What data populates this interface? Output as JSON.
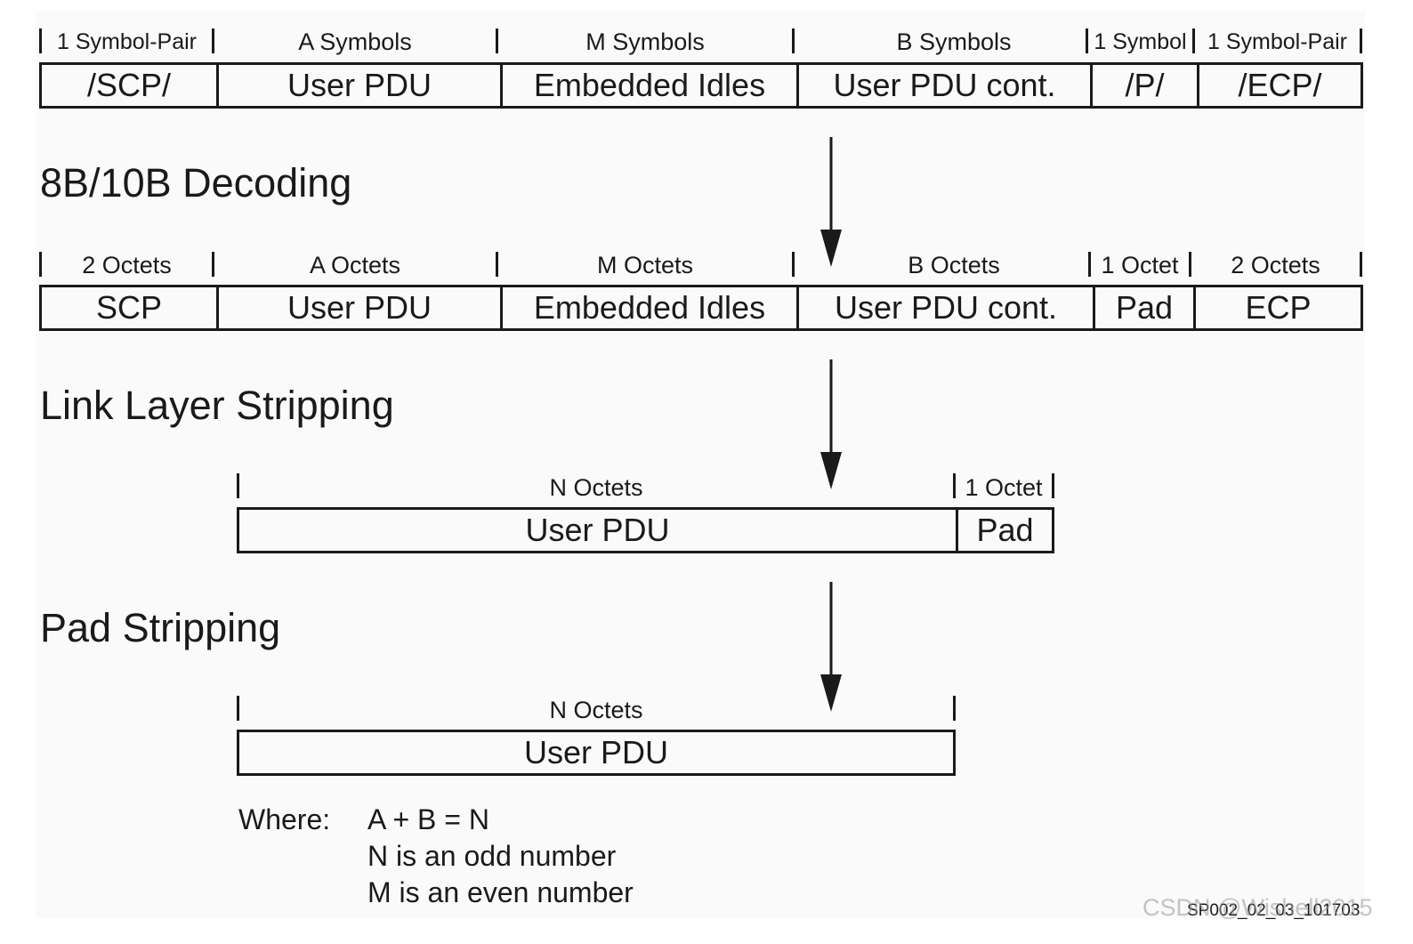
{
  "row1": {
    "headers": [
      "1 Symbol-Pair",
      "A Symbols",
      "M Symbols",
      "B Symbols",
      "1 Symbol",
      "1 Symbol-Pair"
    ],
    "cells": [
      "/SCP/",
      "User PDU",
      "Embedded Idles",
      "User PDU cont.",
      "/P/",
      "/ECP/"
    ]
  },
  "stage1": {
    "title": "8B/10B Decoding"
  },
  "row2": {
    "headers": [
      "2 Octets",
      "A Octets",
      "M Octets",
      "B Octets",
      "1 Octet",
      "2 Octets"
    ],
    "cells": [
      "SCP",
      "User PDU",
      "Embedded Idles",
      "User PDU cont.",
      "Pad",
      "ECP"
    ]
  },
  "stage2": {
    "title": "Link Layer Stripping"
  },
  "row3": {
    "headers": [
      "N Octets",
      "1 Octet"
    ],
    "cells": [
      "User PDU",
      "Pad"
    ]
  },
  "stage3": {
    "title": "Pad Stripping"
  },
  "row4": {
    "headers": [
      "N Octets"
    ],
    "cells": [
      "User PDU"
    ]
  },
  "notes": {
    "where_label": "Where:",
    "lines": [
      "A + B = N",
      "N is an odd number",
      "M is an even number"
    ]
  },
  "figure_id": "SP002_02_03_101703",
  "watermark": "CSDN @Wishell2015"
}
